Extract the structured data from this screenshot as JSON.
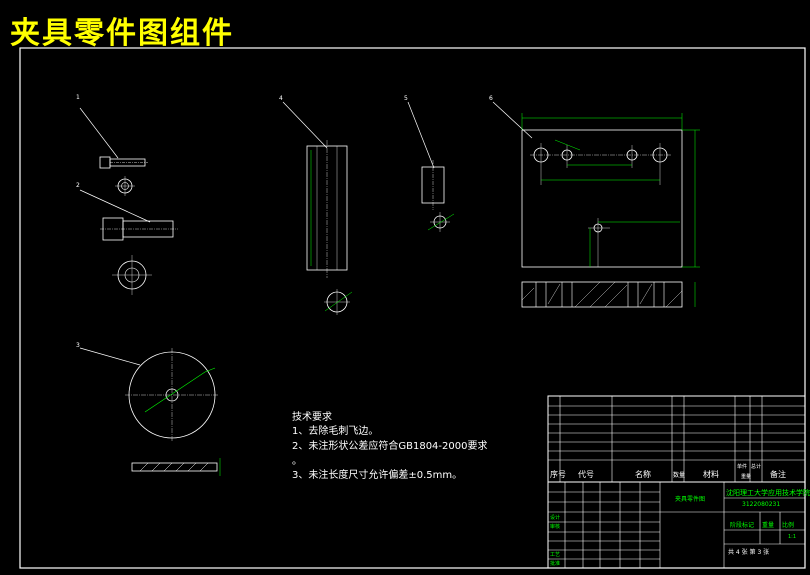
{
  "page": {
    "title": "夹具零件图组件"
  },
  "requirements": {
    "heading": "技术要求",
    "item1": "1、去除毛刺飞边。",
    "item2": "2、未注形状公差应符合GB1804-2000要求",
    "item2b": "。",
    "item3": "3、未注长度尺寸允许偏差±0.5mm。"
  },
  "title_block": {
    "col_seq": "序号",
    "col_code": "代号",
    "col_name": "名称",
    "col_qty": "数量",
    "col_material": "材料",
    "col_single": "单件",
    "col_total": "总计",
    "col_weight": "重量",
    "col_remark": "备注",
    "part_title": "夹具零件图",
    "school": "沈阳理工大学应用技术学院",
    "drawing_no": "3122080231",
    "scale_sym": "1:1",
    "sheet_info": "共 4 张   第 3 张",
    "designer_row": "设计",
    "check_row": "审核",
    "process_row": "工艺",
    "approve_row": "批准",
    "stage_label": "阶段标记",
    "weight_label": "重量",
    "scale_label": "比例"
  },
  "balloons": {
    "b1": "1",
    "b2": "2",
    "b3": "3",
    "b4": "4",
    "b5": "5",
    "b6": "6"
  },
  "colors": {
    "background": "#000000",
    "title": "#ffff00",
    "lines": "#ffffff",
    "dimension": "#00ff00",
    "frame": "#ffffff"
  }
}
